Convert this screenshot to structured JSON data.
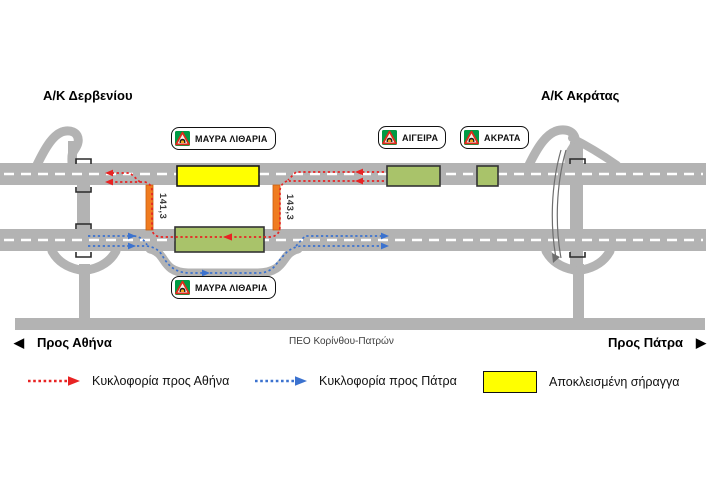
{
  "diagram": {
    "interchange_left": "Α/Κ Δερβενίου",
    "interchange_right": "Α/Κ Ακράτας",
    "chainage_left": "141,3",
    "chainage_right": "143,3"
  },
  "signs": [
    {
      "id": "mavra-litharia-top",
      "label": "ΜΑΥΡΑ ΛΙΘΑΡΙΑ",
      "icon": "tunnel-warning-icon"
    },
    {
      "id": "aigeira",
      "label": "ΑΙΓΕΙΡΑ",
      "icon": "tunnel-warning-icon"
    },
    {
      "id": "akrata",
      "label": "ΑΚΡΑΤΑ",
      "icon": "tunnel-warning-icon"
    },
    {
      "id": "mavra-litharia-bottom",
      "label": "ΜΑΥΡΑ ΛΙΘΑΡΙΑ",
      "icon": "tunnel-warning-icon"
    }
  ],
  "bottom_bar": {
    "to_athens": "Προς Αθήνα",
    "old_national_road": "ΠΕΟ Κορίνθου-Πατρών",
    "to_patras": "Προς Πάτρα",
    "left_arrow": "◀",
    "right_arrow": "▶"
  },
  "legend": {
    "traffic_to_athens": "Κυκλοφορία προς Αθήνα",
    "traffic_to_patras": "Κυκλοφορία προς Πάτρα",
    "closed_tunnel": "Αποκλεισμένη σήραγγα"
  },
  "colors": {
    "road_gray": "#b3b3b3",
    "closed_tunnel_yellow": "#ffff00",
    "open_tunnel_green": "#a9c36a",
    "barrier_orange": "#f07c20",
    "traffic_athens_red": "#e82323",
    "traffic_patras_blue": "#3b72cf",
    "sign_green": "#009a44"
  }
}
